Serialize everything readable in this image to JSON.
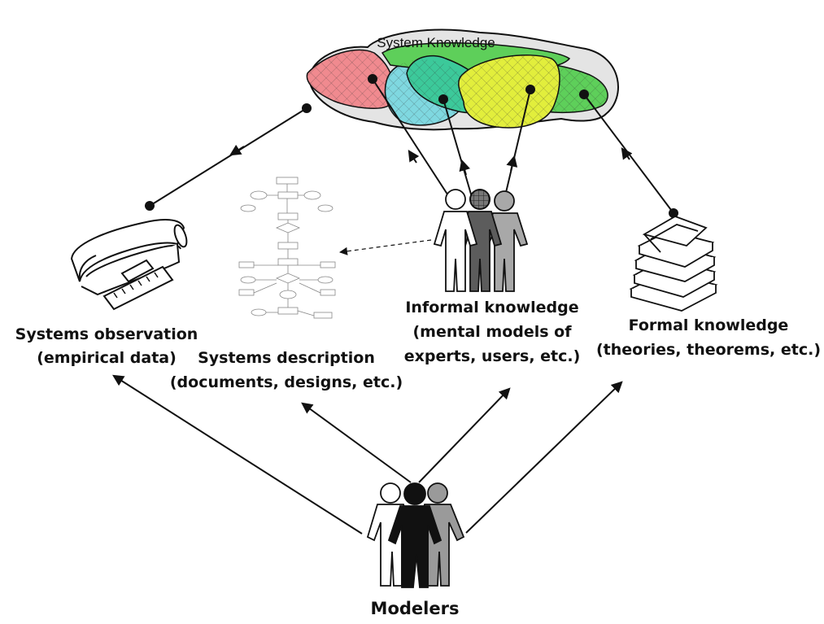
{
  "cloud": {
    "title": "System Knowledge"
  },
  "labels": {
    "observation_line1": "Systems observation",
    "observation_line2": "(empirical data)",
    "description_line1": "Systems description",
    "description_line2": "(documents, designs, etc.)",
    "informal_line1": "Informal knowledge",
    "informal_line2": "(mental models of",
    "informal_line3": "experts, users, etc.)",
    "formal_line1": "Formal knowledge",
    "formal_line2": "(theories, theorems, etc.)",
    "modelers": "Modelers"
  },
  "colors": {
    "cloud_fill": "#e4e4e4",
    "region_red": "#f08a8f",
    "region_cyan": "#7fd8e0",
    "region_teal": "#3cc99a",
    "region_green": "#5ecf5a",
    "region_yellow": "#e2ee3c",
    "line": "#111111"
  }
}
